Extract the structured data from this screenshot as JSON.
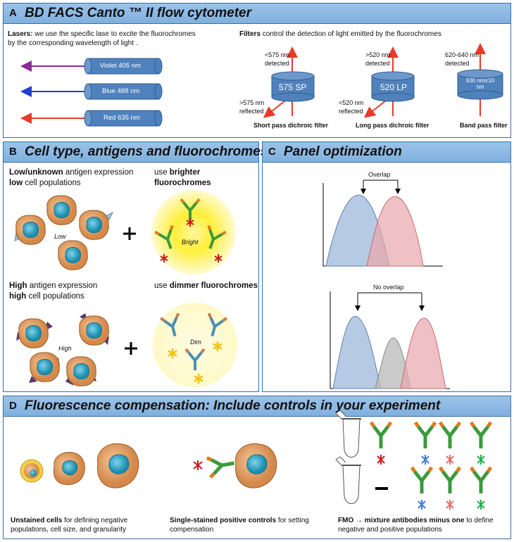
{
  "panelA": {
    "letter": "A",
    "title": "BD FACS Canto ™ II flow cytometer",
    "lasers_bold": "Lasers:",
    "lasers_text": " we use the specific lase to excite the fluorochromes",
    "lasers_text2": "by the corresponding wavelength of light .",
    "lasers": [
      {
        "label": "Violet 405 nm",
        "color": "#8b2a9c"
      },
      {
        "label": "Blue 488 nm",
        "color": "#1f3fd0"
      },
      {
        "label": "Red 635 nm",
        "color": "#e83b2a"
      }
    ],
    "filters_bold": "Filters",
    "filters_text": " control the detection of light emitted by the fluorochromes",
    "filters": [
      {
        "name": "575 SP",
        "top": "<575 nm",
        "top2": "detected",
        "side": ">575 nm",
        "side2": "reflected",
        "caption": "Short pass dichroic filter"
      },
      {
        "name": "520 LP",
        "top": ">520 nm",
        "top2": "detected",
        "side": "<520 nm",
        "side2": "reflected",
        "caption": "Long pass dichroic filter"
      },
      {
        "name": "630 nm±10",
        "name2": "nm",
        "top": "620-640 nm",
        "top2": "detected",
        "caption": "Band pass filter"
      }
    ]
  },
  "panelB": {
    "letter": "B",
    "title": "Cell type, antigens and fluorochromes",
    "low_line1_bold": "Low/unknown",
    "low_line1": " antigen expression",
    "low_line2_bold": "low",
    "low_line2": " cell populations",
    "use_brighter_pre": "use ",
    "use_brighter_bold": "brighter fluorochromes",
    "low_label": "Low",
    "bright_label": "Bright",
    "high_line1_bold": "High",
    "high_line1": " antigen expression",
    "high_line2_bold": "high",
    "high_line2": " cell populations",
    "use_dimmer_pre": "use ",
    "use_dimmer_bold": "dimmer fluorochromes",
    "high_label": "High",
    "dim_label": "Dim",
    "plus": "+"
  },
  "panelC": {
    "letter": "C",
    "title": "Panel optimization",
    "overlap_label": "Overlap",
    "no_overlap_label": "No overlap"
  },
  "panelD": {
    "letter": "D",
    "title": "Fluorescence compensation: Include controls in your experiment",
    "unstained_bold": "Unstained cells",
    "unstained_text": " for defining negative",
    "unstained_text2": "populations, cell size, and granularity",
    "single_bold": "Single-stained positive controls",
    "single_text": " for setting",
    "single_text2": "compensation",
    "fmo_bold": "FMO → mixture antibodies minus one",
    "fmo_text": "  to define",
    "fmo_text2": "negative and positive populations",
    "minus": "–"
  },
  "colors": {
    "header": "#8ab8e4",
    "border": "#3a6ea5",
    "filter": "#4f81bd",
    "blue_curve": "#9fb8da",
    "red_curve": "#eaa6ab",
    "grey_curve": "#bdbdbd",
    "cell": "#e3a46a",
    "nucleus": "#2aa1c2",
    "antibody_green": "#3b9a3b",
    "antibody_orange": "#e07a1c",
    "red_star": "#d0141b",
    "yellow_star": "#f4c20d",
    "blue_star": "#3b7fd6",
    "green_star": "#22b04a"
  }
}
